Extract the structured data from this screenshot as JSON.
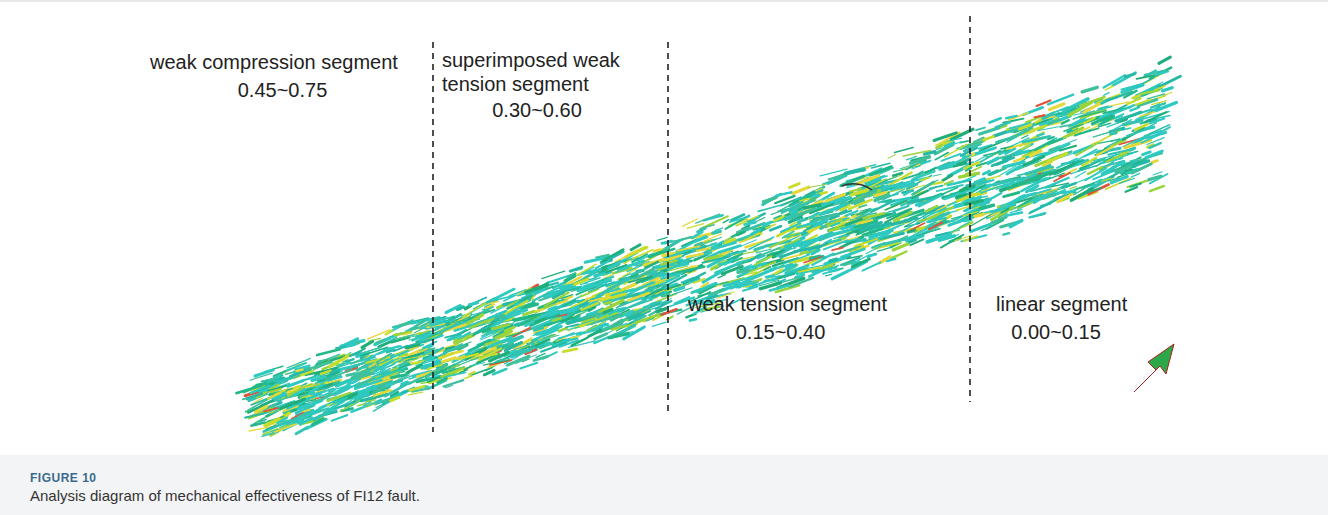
{
  "diagram": {
    "caption": "Analysis diagram of mechanical effectiveness of FI12 fault.",
    "labels": [
      "weak compression segment",
      "0.45~0.75",
      "superimposed weak tension segment",
      "0.30~0.60",
      "weak tension segment",
      "0.15~0.40",
      "linear segment",
      "0.00~0.15",
      "FIGURE 10"
    ]
  }
}
